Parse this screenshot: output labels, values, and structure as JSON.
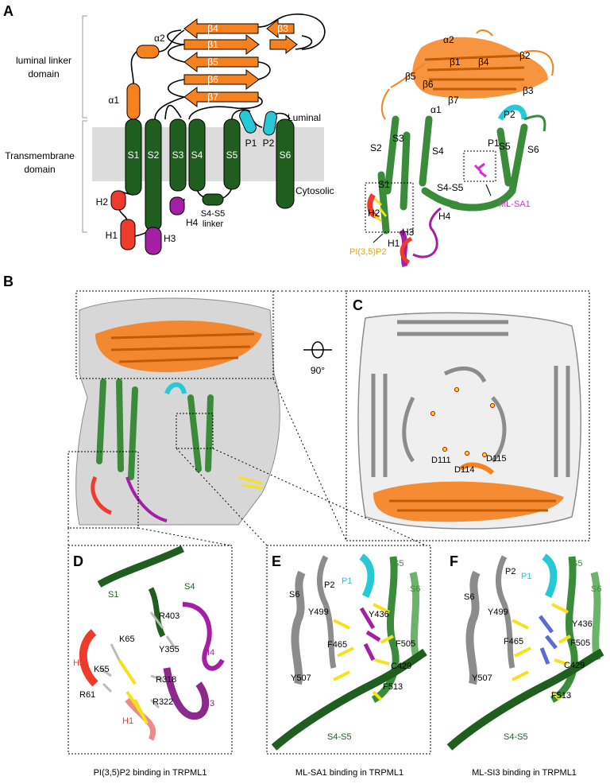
{
  "panels": {
    "A": {
      "letter": "A",
      "domains": {
        "luminal_linker": "luminal linker",
        "luminal_linker2": "domain",
        "transmembrane": "Transmembrane",
        "transmembrane2": "domain"
      },
      "strands": [
        "β4",
        "β3",
        "β1",
        "β2",
        "β5",
        "β6",
        "β7"
      ],
      "helix_labels": {
        "a1": "α1",
        "a2": "α2"
      },
      "segments": [
        "S1",
        "S2",
        "S3",
        "S4",
        "S5",
        "S6"
      ],
      "pore": [
        "P1",
        "P2"
      ],
      "small_helices": [
        "H1",
        "H2",
        "H3",
        "H4"
      ],
      "linker_label_1": "S4-S5",
      "linker_label_2": "linker",
      "side_labels": {
        "luminal": "Luminal",
        "cytosolic": "Cytosolic"
      },
      "structure_labels": {
        "a2": "α2",
        "b1": "β1",
        "b4": "β4",
        "b2": "β2",
        "b3": "β3",
        "b5": "β5",
        "b6": "β6",
        "b7": "β7",
        "a1": "α1",
        "p2": "P2",
        "p1": "P1",
        "s5": "S5",
        "s6": "S6",
        "s2": "S2",
        "s3": "S3",
        "s4": "S4",
        "s1": "S1",
        "s4s5": "S4-S5",
        "h2": "H2",
        "h4": "H4",
        "h3": "H3",
        "h1": "H1",
        "mlsa1": "ML-SA1",
        "pip2": "PI(3,5)P2"
      }
    },
    "B": {
      "letter": "B"
    },
    "C": {
      "letter": "C",
      "rotation": "90°",
      "residues": [
        "D111",
        "D114",
        "D115"
      ]
    },
    "D": {
      "letter": "D",
      "labels": {
        "s1": "S1",
        "s4": "S4",
        "r403": "R403",
        "k65": "K65",
        "y355": "Y355",
        "h2": "H2",
        "h4": "H4",
        "k55": "K55",
        "r318": "R318",
        "r61": "R61",
        "r322": "R322",
        "h3": "H3",
        "h1": "H1"
      },
      "caption": "PI(3,5)P2 binding in TRPML1"
    },
    "E": {
      "letter": "E",
      "labels": {
        "s5": "S5",
        "p2": "P2",
        "p1": "P1",
        "s6a": "S6",
        "s6b": "S6",
        "y499": "Y499",
        "y436": "Y436",
        "f465": "F465",
        "f505": "F505",
        "c429": "C429",
        "y507": "Y507",
        "f513": "F513",
        "s4s5": "S4-S5"
      },
      "caption": "ML-SA1 binding in TRPML1"
    },
    "F": {
      "letter": "F",
      "labels": {
        "p2": "P2",
        "s5": "S5",
        "p1": "P1",
        "s6a": "S6",
        "s6b": "S6",
        "y499": "Y499",
        "y436": "Y436",
        "f465": "F465",
        "f505": "F505",
        "c429": "C429",
        "y507": "Y507",
        "f513": "F513",
        "s4s5": "S4-S5"
      },
      "caption": "ML-SI3 binding in TRPML1"
    }
  },
  "colors": {
    "orange": "#f5811f",
    "green": "#1f5e1f",
    "green_light": "#3a8c3a",
    "cyan": "#27c9d6",
    "red": "#ee3b2c",
    "magenta": "#a51fa5",
    "gray_membrane": "#dcdcdc",
    "gray_protein": "#8c8c8c",
    "yellow_ligand": "#f7e21a",
    "pink_label": "#d62bd6",
    "gold_label": "#e8a500",
    "blue_ligand": "#5b6bd6"
  }
}
